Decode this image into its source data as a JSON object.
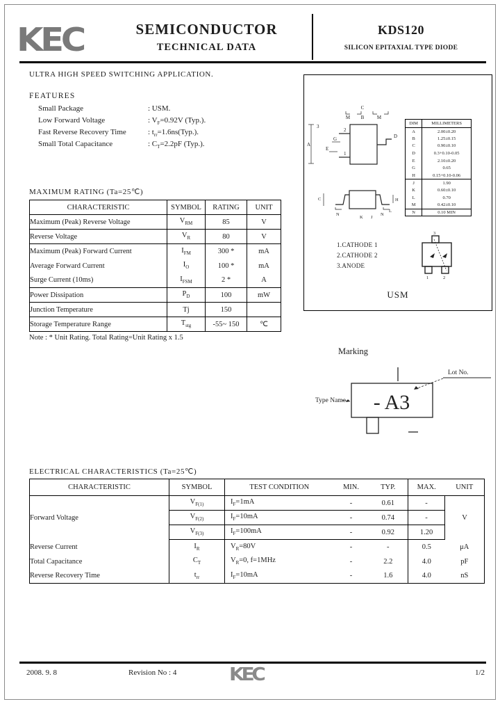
{
  "header": {
    "logo": "KEC",
    "title_line1": "SEMICONDUCTOR",
    "title_line2": "TECHNICAL DATA",
    "part_number": "KDS120",
    "part_subtitle": "SILICON EPITAXIAL TYPE DIODE"
  },
  "application": "ULTRA HIGH SPEED SWITCHING APPLICATION.",
  "features": {
    "title": "FEATURES",
    "items": [
      {
        "name": "Small Package",
        "value": ": USM."
      },
      {
        "name": "Low Forward Voltage",
        "value": ": V_{F}=0.92V (Typ.)."
      },
      {
        "name": "Fast Reverse Recovery Time",
        "value": ": t_{rr}=1.6ns(Typ.)."
      },
      {
        "name": "Small Total Capacitance",
        "value": ": C_{T}=2.2pF (Typ.)."
      }
    ]
  },
  "max_rating": {
    "title": "MAXIMUM RATING (Ta=25℃)",
    "headers": [
      "CHARACTERISTIC",
      "SYMBOL",
      "RATING",
      "UNIT"
    ],
    "rows": [
      [
        "Maximum (Peak) Reverse Voltage",
        "V_{RM}",
        "85",
        "V"
      ],
      [
        "Reverse Voltage",
        "V_{R}",
        "80",
        "V"
      ],
      [
        "Maximum (Peak) Forward Current",
        "I_{FM}",
        "300 *",
        "mA"
      ],
      [
        "Average Forward Current",
        "I_{O}",
        "100 *",
        "mA"
      ],
      [
        "Surge Current (10ms)",
        "I_{FSM}",
        "2 *",
        "A"
      ],
      [
        "Power Dissipation",
        "P_{D}",
        "100",
        "mW"
      ],
      [
        "Junction Temperature",
        "Tj",
        "150",
        ""
      ],
      [
        "Storage Temperature Range",
        "T_{stg}",
        "-55~ 150",
        "℃"
      ]
    ],
    "note": "Note : * Unit Rating.  Total Rating=Unit Rating x 1.5"
  },
  "package": {
    "dim_table": {
      "headers": [
        "DIM",
        "MILLIMETERS"
      ],
      "rows": [
        [
          "A",
          "2.00±0.20"
        ],
        [
          "B",
          "1.25±0.15"
        ],
        [
          "C",
          "0.90±0.10"
        ],
        [
          "D",
          "0.3+0.10-0.05"
        ],
        [
          "E",
          "2.10±0.20"
        ],
        [
          "G",
          "0.65"
        ],
        [
          "H",
          "0.15+0.10-0.06"
        ],
        [
          "J",
          "1.90"
        ],
        [
          "K",
          "0.60±0.10"
        ],
        [
          "L",
          "0.70"
        ],
        [
          "M",
          "0.42±0.10"
        ],
        [
          "N",
          "0.10 MIN"
        ]
      ]
    },
    "pins": [
      "1.CATHODE 1",
      "2.CATHODE 2",
      "3.ANODE"
    ],
    "package_name": "USM",
    "labels": {
      "A": "A",
      "B": "B",
      "C": "C",
      "D": "D",
      "E": "E",
      "G": "G",
      "H": "H",
      "J": "J",
      "K": "K",
      "L": "L",
      "M": "M",
      "N": "N",
      "pin1": "1",
      "pin2": "2",
      "pin3": "3"
    }
  },
  "marking": {
    "title": "Marking",
    "type_name_label": "Type Name",
    "lot_no_label": "Lot No.",
    "text": "- A3"
  },
  "electrical": {
    "title": "ELECTRICAL CHARACTERISTICS (Ta=25℃)",
    "headers": [
      "CHARACTERISTIC",
      "SYMBOL",
      "TEST CONDITION",
      "MIN.",
      "TYP.",
      "MAX.",
      "UNIT"
    ],
    "rows": [
      {
        "char": "Forward Voltage",
        "char_span": 3,
        "symbol": "V_{F(1)}",
        "cond": "I_{F}=1mA",
        "min": "-",
        "typ": "0.61",
        "max": "-",
        "unit": "V",
        "unit_span": 3
      },
      {
        "symbol": "V_{F(2)}",
        "cond": "I_{F}=10mA",
        "min": "-",
        "typ": "0.74",
        "max": "-"
      },
      {
        "symbol": "V_{F(3)}",
        "cond": "I_{F}=100mA",
        "min": "-",
        "typ": "0.92",
        "max": "1.20"
      },
      {
        "char": "Reverse Current",
        "symbol": "I_{R}",
        "cond": "V_{R}=80V",
        "min": "-",
        "typ": "-",
        "max": "0.5",
        "unit": "μA"
      },
      {
        "char": "Total Capacitance",
        "symbol": "C_{T}",
        "cond": "V_{R}=0, f=1MHz",
        "min": "-",
        "typ": "2.2",
        "max": "4.0",
        "unit": "pF"
      },
      {
        "char": "Reverse Recovery Time",
        "symbol": "t_{rr}",
        "cond": "I_{F}=10mA",
        "min": "-",
        "typ": "1.6",
        "max": "4.0",
        "unit": "nS"
      }
    ]
  },
  "footer": {
    "date": "2008. 9. 8",
    "revision": "Revision No : 4",
    "logo": "KEC",
    "page": "1/2"
  }
}
